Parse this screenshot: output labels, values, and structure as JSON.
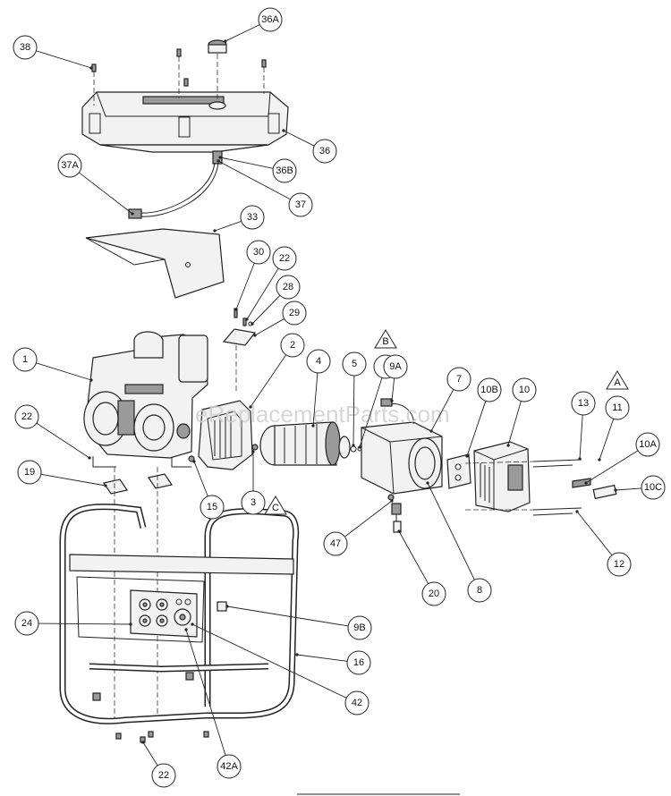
{
  "watermark": "eReplacementParts.com",
  "callouts": [
    "1",
    "2",
    "3",
    "4",
    "5",
    "6",
    "7",
    "8",
    "9A",
    "9B",
    "10",
    "10A",
    "10B",
    "10C",
    "11",
    "12",
    "13",
    "15",
    "16",
    "19",
    "20",
    "22",
    "22",
    "22",
    "24",
    "28",
    "29",
    "30",
    "33",
    "36",
    "36A",
    "36B",
    "37",
    "37A",
    "38",
    "42",
    "42A",
    "47"
  ],
  "references": [
    "A",
    "B",
    "C"
  ]
}
